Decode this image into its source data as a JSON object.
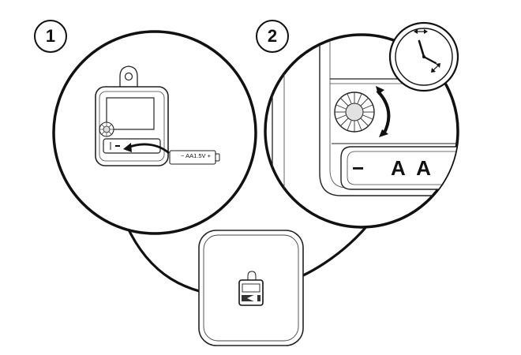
{
  "steps": [
    {
      "number": "1"
    },
    {
      "number": "2"
    }
  ],
  "battery": {
    "label": "AA1.5V",
    "minus": "−",
    "plus": "+"
  },
  "magnified_slot": {
    "minus": "−",
    "label": "A A"
  },
  "icons": [
    "clock-adjust-icon",
    "insert-arrow-icon",
    "rotate-arrow-icon"
  ]
}
